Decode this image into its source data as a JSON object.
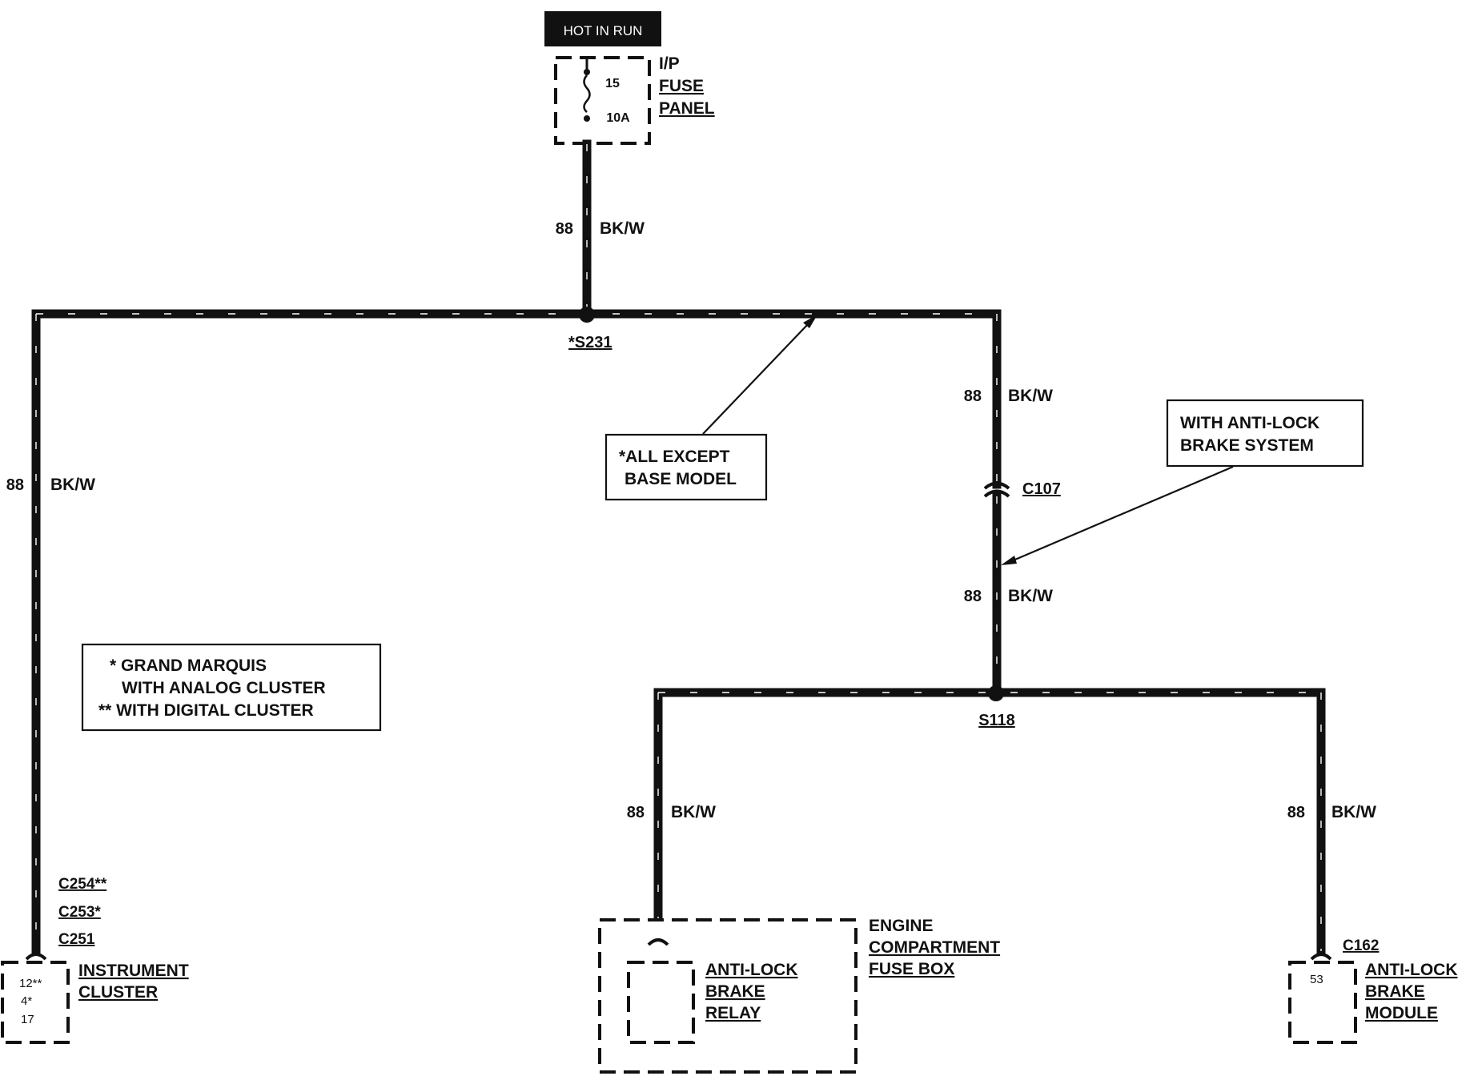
{
  "power_source": {
    "label": "HOT IN RUN"
  },
  "fuse_panel": {
    "fuse_number": "15",
    "rating": "10A",
    "title_lines": [
      "I/P",
      "FUSE",
      "PANEL"
    ]
  },
  "wire": {
    "circuit": "88",
    "color": "BK/W"
  },
  "splices": {
    "s231": "*S231",
    "s118": "S118"
  },
  "connectors": {
    "c107": "C107",
    "c254": "C254**",
    "c253": "C253*",
    "c251": "C251",
    "c162": "C162"
  },
  "notes": {
    "base_model": [
      "*ALL EXCEPT",
      "BASE MODEL"
    ],
    "abs_system": [
      "WITH ANTI-LOCK",
      "BRAKE SYSTEM"
    ],
    "cluster_legend": [
      "* GRAND MARQUIS",
      "WITH ANALOG CLUSTER",
      "** WITH DIGITAL CLUSTER"
    ]
  },
  "components": {
    "instrument_cluster": {
      "title_lines": [
        "INSTRUMENT",
        "CLUSTER"
      ],
      "pins": [
        "12**",
        "4*",
        "17"
      ]
    },
    "fuse_box": {
      "title_lines": [
        "ENGINE",
        "COMPARTMENT",
        "FUSE BOX"
      ]
    },
    "abs_relay": {
      "title_lines": [
        "ANTI-LOCK",
        "BRAKE",
        "RELAY"
      ]
    },
    "abs_module": {
      "title_lines": [
        "ANTI-LOCK",
        "BRAKE",
        "MODULE"
      ],
      "pin": "53"
    }
  }
}
